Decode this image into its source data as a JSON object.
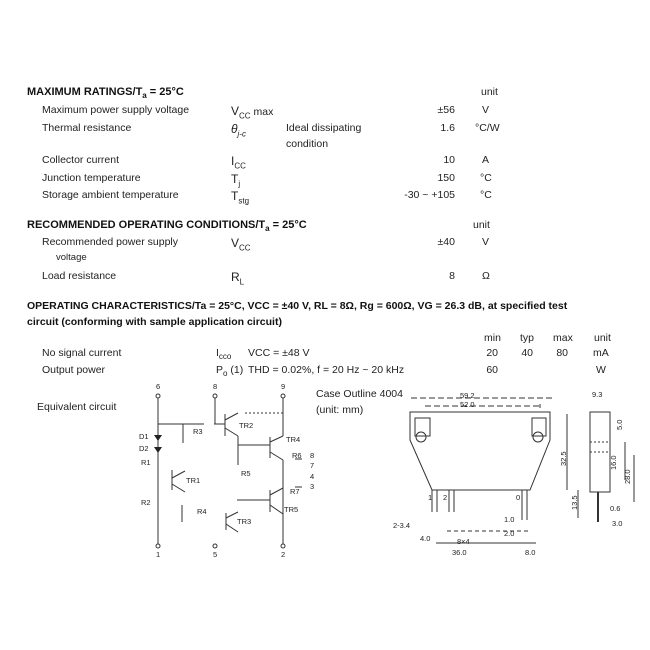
{
  "max_ratings": {
    "title": "MAXIMUM RATINGS/T",
    "title_sub": "a",
    "title_tail": " = 25°C",
    "unit_header": "unit",
    "rows": [
      {
        "label": "Maximum power supply voltage",
        "symbol": "V",
        "symbol_sub": "CC",
        "symbol_tail": " max",
        "condition": "",
        "value": "±56",
        "unit": "V"
      },
      {
        "label": "Thermal resistance",
        "symbol": "θ",
        "symbol_sub": "j-c",
        "symbol_tail": "",
        "condition": "Ideal dissipating",
        "condition2": "condition",
        "value": "1.6",
        "unit": "°C/W"
      },
      {
        "label": "Collector current",
        "symbol": "I",
        "symbol_sub": "CC",
        "symbol_tail": "",
        "condition": "",
        "value": "10",
        "unit": "A"
      },
      {
        "label": "Junction temperature",
        "symbol": "T",
        "symbol_sub": "j",
        "symbol_tail": "",
        "condition": "",
        "value": "150",
        "unit": "°C"
      },
      {
        "label": "Storage ambient temperature",
        "symbol": "T",
        "symbol_sub": "stg",
        "symbol_tail": "",
        "condition": "",
        "value": "-30 ~ +105",
        "unit": "°C"
      }
    ]
  },
  "recommended": {
    "title": "RECOMMENDED OPERATING CONDITIONS/T",
    "title_sub": "a",
    "title_tail": " = 25°C",
    "unit_header": "unit",
    "rows": [
      {
        "label": "Recommended power supply",
        "label2": "voltage",
        "symbol": "V",
        "symbol_sub": "CC",
        "value": "±40",
        "unit": "V"
      },
      {
        "label": "Load resistance",
        "symbol": "R",
        "symbol_sub": "L",
        "value": "8",
        "unit": "Ω"
      }
    ]
  },
  "operating": {
    "title_line1": "OPERATING CHARACTERISTICS/Ta = 25°C, VCC = ±40 V, RL = 8Ω, Rg = 600Ω, VG = 26.3 dB, at specified test",
    "title_line2": "circuit (conforming with sample application circuit)",
    "headers": {
      "min": "min",
      "typ": "typ",
      "max": "max",
      "unit": "unit"
    },
    "rows": [
      {
        "label": "No signal current",
        "symbol": "I",
        "symbol_sub": "cco",
        "condition": "VCC = ±48 V",
        "min": "20",
        "typ": "40",
        "max": "80",
        "unit": "mA"
      },
      {
        "label": "Output power",
        "symbol": "P",
        "symbol_sub": "o",
        "symbol_tail": " (1)",
        "condition": "THD = 0.02%, f = 20 Hz ~ 20 kHz",
        "min": "60",
        "typ": "",
        "max": "",
        "unit": "W"
      }
    ]
  },
  "equivalent_circuit": {
    "label": "Equivalent circuit",
    "components": [
      "D1",
      "D2",
      "R1",
      "R2",
      "R3",
      "R4",
      "R5",
      "R6",
      "R7",
      "TR1",
      "TR2",
      "TR3",
      "TR4",
      "TR5"
    ],
    "pins": [
      "6",
      "8",
      "9",
      "1",
      "5",
      "2",
      "8",
      "7",
      "4",
      "3"
    ]
  },
  "case_outline": {
    "label": "Case Outline 4004",
    "unit_note": "(unit: mm)",
    "dimensions": [
      "59.2",
      "52.0",
      "32.5",
      "13.5",
      "9.3",
      "5.0",
      "16.0",
      "28.0",
      "0.6",
      "3.0",
      "1.0",
      "2.0",
      "2-3.4",
      "4.0",
      "8×4",
      "36.0",
      "8.0"
    ],
    "pin_labels": [
      "1",
      "2",
      "0"
    ]
  }
}
